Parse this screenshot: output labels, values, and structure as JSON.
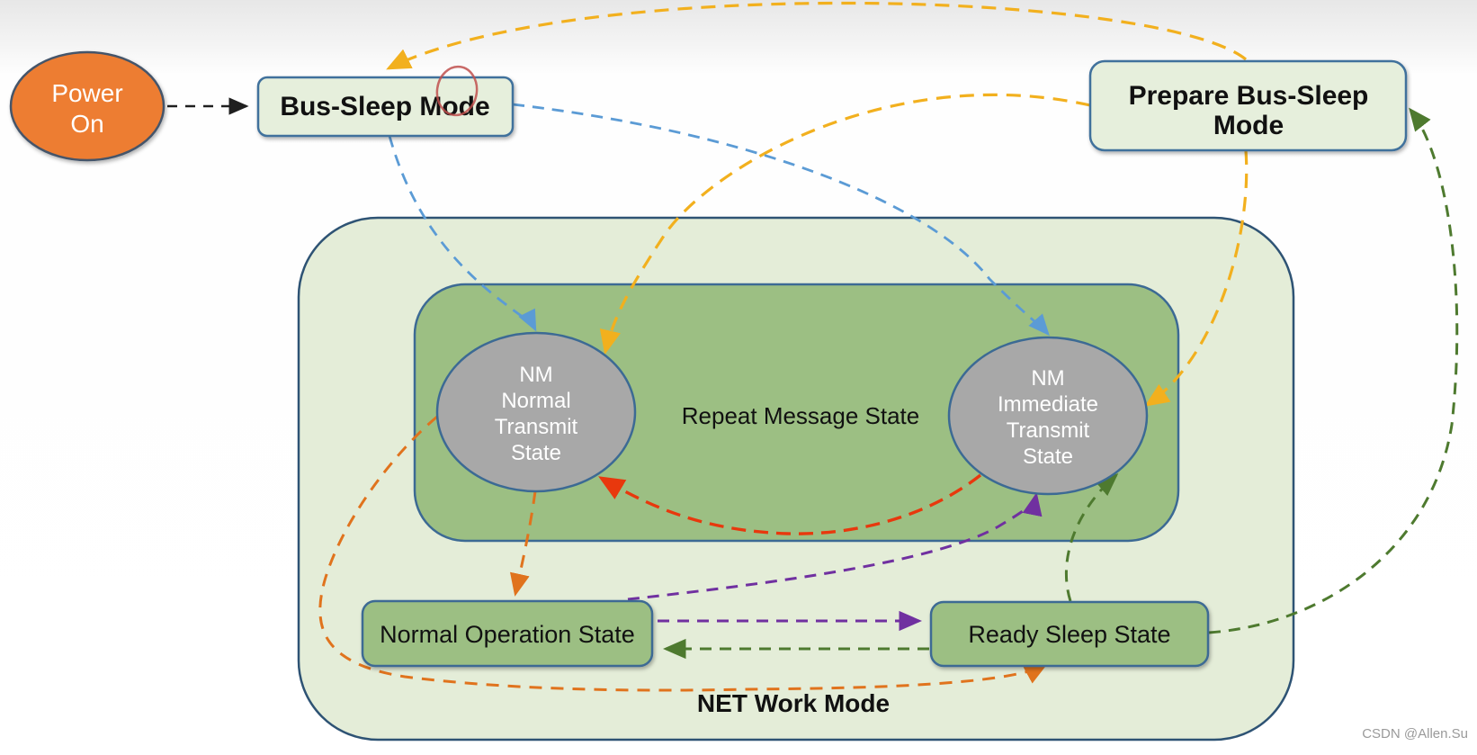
{
  "diagram": {
    "nodes": {
      "power_on": {
        "lines": [
          "Power",
          "On"
        ]
      },
      "bus_sleep": {
        "label": "Bus-Sleep Mode"
      },
      "prepare_bus_sleep": {
        "lines": [
          "Prepare Bus-Sleep",
          "Mode"
        ]
      },
      "network_mode": {
        "label": "NET Work Mode"
      },
      "repeat_message": {
        "label": "Repeat Message State"
      },
      "nm_normal": {
        "lines": [
          "NM",
          "Normal",
          "Transmit",
          "State"
        ]
      },
      "nm_immediate": {
        "lines": [
          "NM",
          "Immediate",
          "Transmit",
          "State"
        ]
      },
      "normal_operation": {
        "label": "Normal Operation State"
      },
      "ready_sleep": {
        "label": "Ready Sleep State"
      }
    },
    "edges": [
      {
        "from": "Power On",
        "to": "Bus-Sleep Mode",
        "color": "black"
      },
      {
        "from": "Prepare Bus-Sleep Mode",
        "to": "Bus-Sleep Mode",
        "color": "yellow"
      },
      {
        "from": "Prepare Bus-Sleep Mode",
        "to": "NM Normal Transmit State",
        "color": "yellow"
      },
      {
        "from": "Prepare Bus-Sleep Mode",
        "to": "NM Immediate Transmit State",
        "color": "yellow"
      },
      {
        "from": "Bus-Sleep Mode",
        "to": "NM Normal Transmit State",
        "color": "blue"
      },
      {
        "from": "Bus-Sleep Mode",
        "to": "NM Immediate Transmit State",
        "color": "blue"
      },
      {
        "from": "NM Immediate Transmit State",
        "to": "NM Normal Transmit State",
        "color": "red"
      },
      {
        "from": "NM Normal Transmit State",
        "to": "Normal Operation State",
        "color": "orange"
      },
      {
        "from": "NM Normal Transmit State",
        "to": "Ready Sleep State",
        "color": "orange"
      },
      {
        "from": "Normal Operation State",
        "to": "NM Immediate Transmit State",
        "color": "purple"
      },
      {
        "from": "Normal Operation State",
        "to": "Ready Sleep State",
        "color": "purple"
      },
      {
        "from": "Ready Sleep State",
        "to": "Normal Operation State",
        "color": "green"
      },
      {
        "from": "Ready Sleep State",
        "to": "NM Immediate Transmit State",
        "color": "green"
      },
      {
        "from": "Ready Sleep State",
        "to": "Prepare Bus-Sleep Mode",
        "color": "green"
      }
    ],
    "colors": {
      "black": "#1f1f1f",
      "blue": "#5b9bd5",
      "yellow": "#f2b01e",
      "red": "#e8380d",
      "orange": "#e0731d",
      "purple": "#7030a0",
      "green": "#4e7a2f",
      "container_fill": "#e4edd8",
      "container_border": "#2e5374",
      "inner_fill": "#9cbf83",
      "node_fill": "#e6efdc",
      "node_border": "#41719c",
      "state_fill": "#a8a8a8",
      "power_fill": "#ed7d31",
      "power_border": "#44546a",
      "annotation": "#c0504d",
      "watermark_color": "#9a9a9a"
    }
  },
  "watermark": "CSDN @Allen.Su"
}
